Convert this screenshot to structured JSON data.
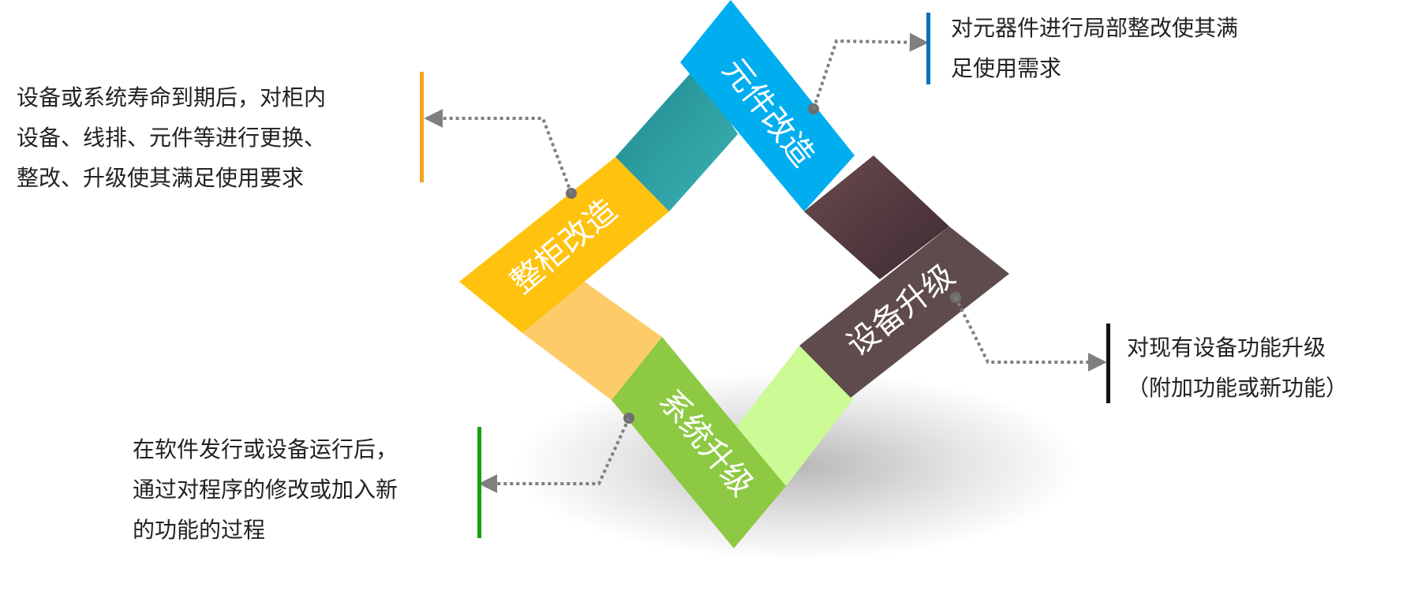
{
  "colors": {
    "top_blue": "#00AEEF",
    "top_teal": "#2C9CA3",
    "right_brown": "#5F4B4B",
    "right_dark": "#4A3538",
    "bottom_green": "#8DC943",
    "bottom_lightgreen": "#CCFA94",
    "left_orange": "#FFC20E",
    "left_lightorange": "#FDCB68",
    "bar_blue": "#0070C0",
    "bar_orange": "#F7A21B",
    "bar_black": "#111111",
    "bar_green": "#16A20F"
  },
  "ribbons": {
    "top": "元件改造",
    "right": "设备升级",
    "bottom": "系统升级",
    "left": "整柜改造"
  },
  "descriptions": {
    "top": [
      "对元器件进行局部整改使其满",
      "足使用需求"
    ],
    "left": [
      "设备或系统寿命到期后，对柜内",
      "设备、线排、元件等进行更换、",
      "整改、升级使其满足使用要求"
    ],
    "right": [
      "对现有设备功能升级",
      "（附加功能或新功能）"
    ],
    "bottom": [
      "在软件发行或设备运行后，",
      "通过对程序的修改或加入新",
      "的功能的过程"
    ]
  }
}
